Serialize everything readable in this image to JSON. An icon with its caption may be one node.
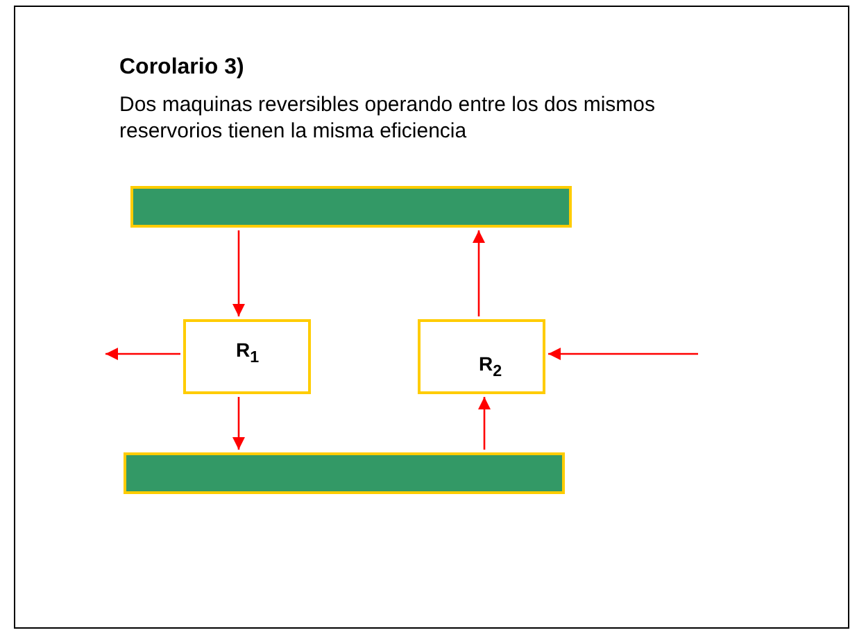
{
  "diagram": {
    "title": "Corolario 3)",
    "nodes": [
      {
        "text": [],
        "shape": "bar"
      },
      {
        "text": [
          "R$_{1}$"
        ]
      },
      {
        "text": [
          "R$_{2}$"
        ]
      },
      {
        "text": [],
        "shape": "bar"
      }
    ],
    "edges": [
      {
        "from": 0,
        "to": 1,
        "arrow": "to"
      },
      {
        "from": 1,
        "to": null,
        "arrow": "to"
      },
      {
        "from": 1,
        "to": 3,
        "arrow": "to"
      },
      {
        "from": 3,
        "to": 2,
        "arrow": "to"
      },
      {
        "from": 2,
        "to": 0,
        "arrow": "to"
      },
      {
        "from": null,
        "to": 2,
        "arrow": "to"
      }
    ],
    "labels": [
      "Dos maquinas reversibles operando entre los dos mismos reservorios tienen la misma eficiencia"
    ]
  }
}
